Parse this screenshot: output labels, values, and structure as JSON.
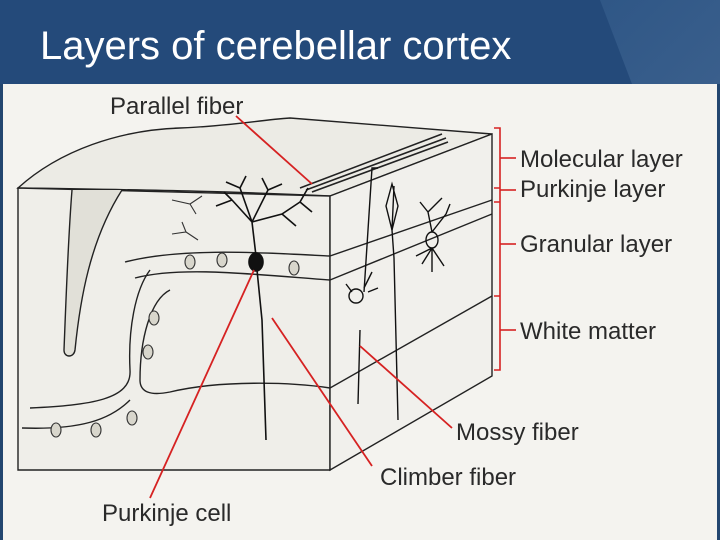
{
  "slide": {
    "title": "Layers of cerebellar cortex"
  },
  "diagram": {
    "labels": {
      "parallel_fiber": "Parallel fiber",
      "molecular_layer": "Molecular layer",
      "purkinje_layer": "Purkinje layer",
      "granular_layer": "Granular layer",
      "white_matter": "White matter",
      "mossy_fiber": "Mossy fiber",
      "climber_fiber": "Climber fiber",
      "purkinje_cell": "Purkinje cell"
    },
    "colors": {
      "header": "#244a7a",
      "pointer_lines": "#d62222",
      "drawing": "#222222"
    }
  }
}
